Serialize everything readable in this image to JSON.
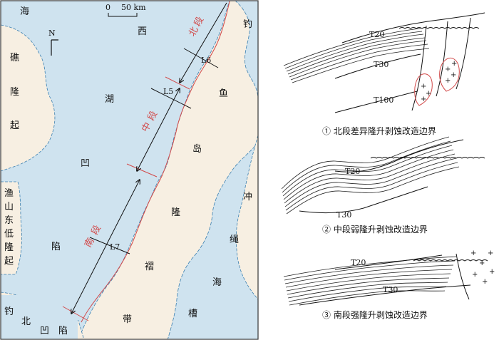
{
  "colors": {
    "sea": "#cfe3ef",
    "land": "#f7efe2",
    "coast": "#3a7fb0",
    "boundary_red": "#d24a4a",
    "ink": "#111111"
  },
  "map": {
    "scale": {
      "start": "0",
      "end": "50 km"
    },
    "north": "N",
    "land_labels": {
      "left": [
        "礁",
        "隆",
        "起"
      ],
      "yuyu": [
        "渔",
        "山",
        "东",
        "低",
        "隆",
        "起"
      ],
      "diaoyu_island": [
        "钓",
        "鱼",
        "岛",
        "隆",
        "褶",
        "带"
      ]
    },
    "sea_labels": {
      "top_left": "海",
      "xihu": [
        "西",
        "湖",
        "凹",
        "陷"
      ],
      "chongsheng": [
        "冲",
        "绳",
        "海",
        "槽"
      ],
      "top_right": "钓",
      "diaobei": [
        "钓",
        "北",
        "凹",
        "陷"
      ]
    },
    "segments": {
      "north": [
        "北",
        "段"
      ],
      "middle": [
        "中",
        "段"
      ],
      "south": [
        "南",
        "段"
      ]
    },
    "lines": {
      "l6": "L6",
      "l5": "L5",
      "l7": "L7"
    }
  },
  "profiles": [
    {
      "upper": "T20",
      "lower": "T30",
      "deep": "T100",
      "caption": "① 北段差异隆升剥蚀改造边界"
    },
    {
      "upper": "T20",
      "lower": "T30",
      "caption": "② 中段弱隆升剥蚀改造边界"
    },
    {
      "upper": "T20",
      "lower": "T30",
      "caption": "③ 南段强隆升剥蚀改造边界"
    }
  ]
}
